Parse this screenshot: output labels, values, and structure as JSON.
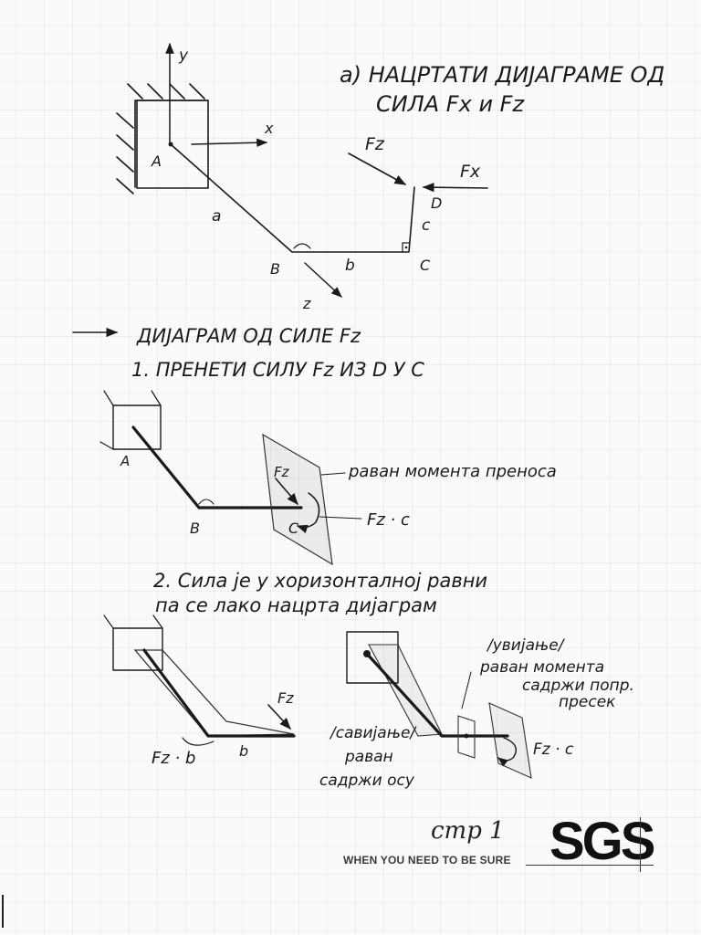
{
  "title": {
    "line1": "а) НАЦРТАТИ ДИЈАГРАМЕ ОД",
    "line2": "СИЛА Fx и Fz"
  },
  "fig1": {
    "axis_y": "y",
    "axis_x": "x",
    "axis_z": "z",
    "point_a": "A",
    "point_b": "B",
    "point_c": "C",
    "point_d": "D",
    "seg_a": "a",
    "seg_b": "b",
    "seg_c": "c",
    "force_z": "Fz",
    "force_x": "Fx"
  },
  "section_title": "ДИЈАГРАМ ОД СИЛЕ Fz",
  "step1": {
    "text": "1. ПРЕНЕТИ СИЛУ Fz ИЗ D У C",
    "point_a": "A",
    "point_b": "B",
    "point_c": "C",
    "force_z": "Fz",
    "plane_label": "раван момента преноса",
    "moment_label": "Fz · c"
  },
  "step2": {
    "line1": "2. Сила је у хоризонталној равни",
    "line2": "па се лако нацрта дијаграм",
    "force_z": "Fz",
    "seg_b": "b",
    "moment_b": "Fz · b",
    "bending_label1": "/савијање/",
    "bending_label2": "раван",
    "bending_label3": "садржи осу",
    "torsion_label1": "/увијање/",
    "torsion_label2": "раван момента",
    "torsion_label3": "садржи попр.",
    "torsion_label4": "пресек",
    "moment_c": "Fz · c"
  },
  "footer": {
    "page": "стр 1",
    "tagline": "WHEN YOU NEED TO BE SURE",
    "logo": "SGS"
  }
}
